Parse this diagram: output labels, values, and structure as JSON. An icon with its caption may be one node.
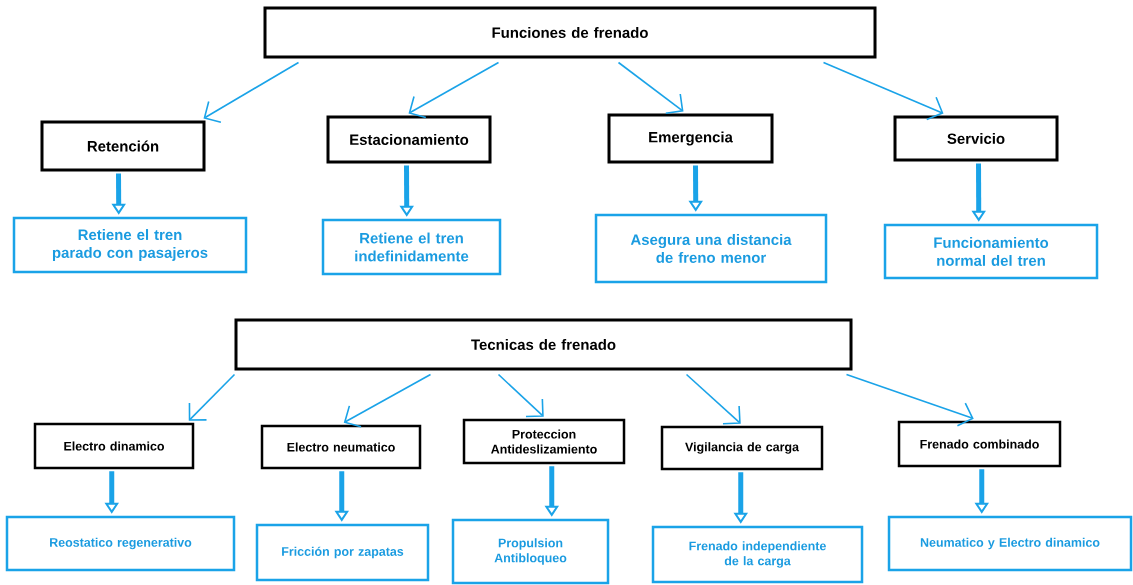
{
  "diagram": {
    "nodes": [
      {
        "text": [
          "Funciones de frenado"
        ]
      },
      {
        "text": [
          "Retención"
        ]
      },
      {
        "text": [
          "Estacionamiento"
        ]
      },
      {
        "text": [
          "Emergencia"
        ]
      },
      {
        "text": [
          "Servicio"
        ]
      },
      {
        "text": [
          "Retiene el tren parado con pasajeros"
        ]
      },
      {
        "text": [
          "Retiene el tren indefinidamente"
        ]
      },
      {
        "text": [
          "Asegura una distancia de freno menor"
        ]
      },
      {
        "text": [
          "Funcionamiento normal del tren"
        ]
      },
      {
        "text": [
          "Tecnicas  de frenado"
        ]
      },
      {
        "text": [
          "Electro dinamico"
        ]
      },
      {
        "text": [
          "Electro  neumatico"
        ]
      },
      {
        "text": [
          "Proteccion Antideslizamiento"
        ]
      },
      {
        "text": [
          "Vigilancia de carga"
        ]
      },
      {
        "text": [
          "Frenado combinado"
        ]
      },
      {
        "text": [
          "Reostatico regenerativo"
        ]
      },
      {
        "text": [
          "Fricción por zapatas"
        ]
      },
      {
        "text": [
          "Propulsion Antibloqueo"
        ]
      },
      {
        "text": [
          "Frenado independiente de la carga"
        ]
      },
      {
        "text": [
          "Neumatico y Electro dinamico"
        ]
      }
    ],
    "edges": [
      {
        "from": 0,
        "to": 1,
        "arrow": "to"
      },
      {
        "from": 0,
        "to": 2,
        "arrow": "to"
      },
      {
        "from": 0,
        "to": 3,
        "arrow": "to"
      },
      {
        "from": 0,
        "to": 4,
        "arrow": "to"
      },
      {
        "from": 1,
        "to": 5,
        "arrow": "to",
        "style": "thick"
      },
      {
        "from": 2,
        "to": 6,
        "arrow": "to",
        "style": "thick"
      },
      {
        "from": 3,
        "to": 7,
        "arrow": "to",
        "style": "thick"
      },
      {
        "from": 4,
        "to": 8,
        "arrow": "to",
        "style": "thick"
      },
      {
        "from": 9,
        "to": 10,
        "arrow": "to"
      },
      {
        "from": 9,
        "to": 11,
        "arrow": "to"
      },
      {
        "from": 9,
        "to": 12,
        "arrow": "to"
      },
      {
        "from": 9,
        "to": 13,
        "arrow": "to"
      },
      {
        "from": 9,
        "to": 14,
        "arrow": "to"
      },
      {
        "from": 10,
        "to": 15,
        "arrow": "to",
        "style": "thick"
      },
      {
        "from": 11,
        "to": 16,
        "arrow": "to",
        "style": "thick"
      },
      {
        "from": 12,
        "to": 17,
        "arrow": "to",
        "style": "thick"
      },
      {
        "from": 13,
        "to": 18,
        "arrow": "to",
        "style": "thick"
      },
      {
        "from": 14,
        "to": 19,
        "arrow": "to",
        "style": "thick"
      }
    ]
  }
}
